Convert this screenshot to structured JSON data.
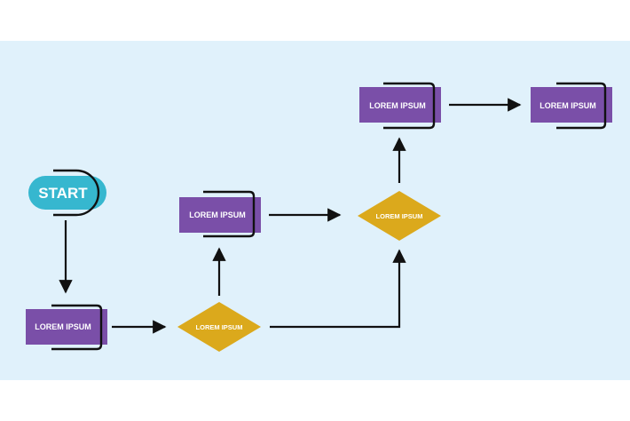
{
  "diagram": {
    "start": {
      "label": "START"
    },
    "steps": [
      {
        "label": "LOREM IPSUM"
      },
      {
        "label": "LOREM IPSUM"
      },
      {
        "label": "LOREM IPSUM"
      },
      {
        "label": "LOREM IPSUM"
      }
    ],
    "decisions": [
      {
        "label": "LOREM IPSUM"
      },
      {
        "label": "LOREM IPSUM"
      }
    ]
  },
  "colors": {
    "background": "#e0f1fb",
    "start_fill": "#36b7cf",
    "process_fill": "#7a4fa8",
    "decision_fill": "#dba91c",
    "line": "#111111"
  }
}
